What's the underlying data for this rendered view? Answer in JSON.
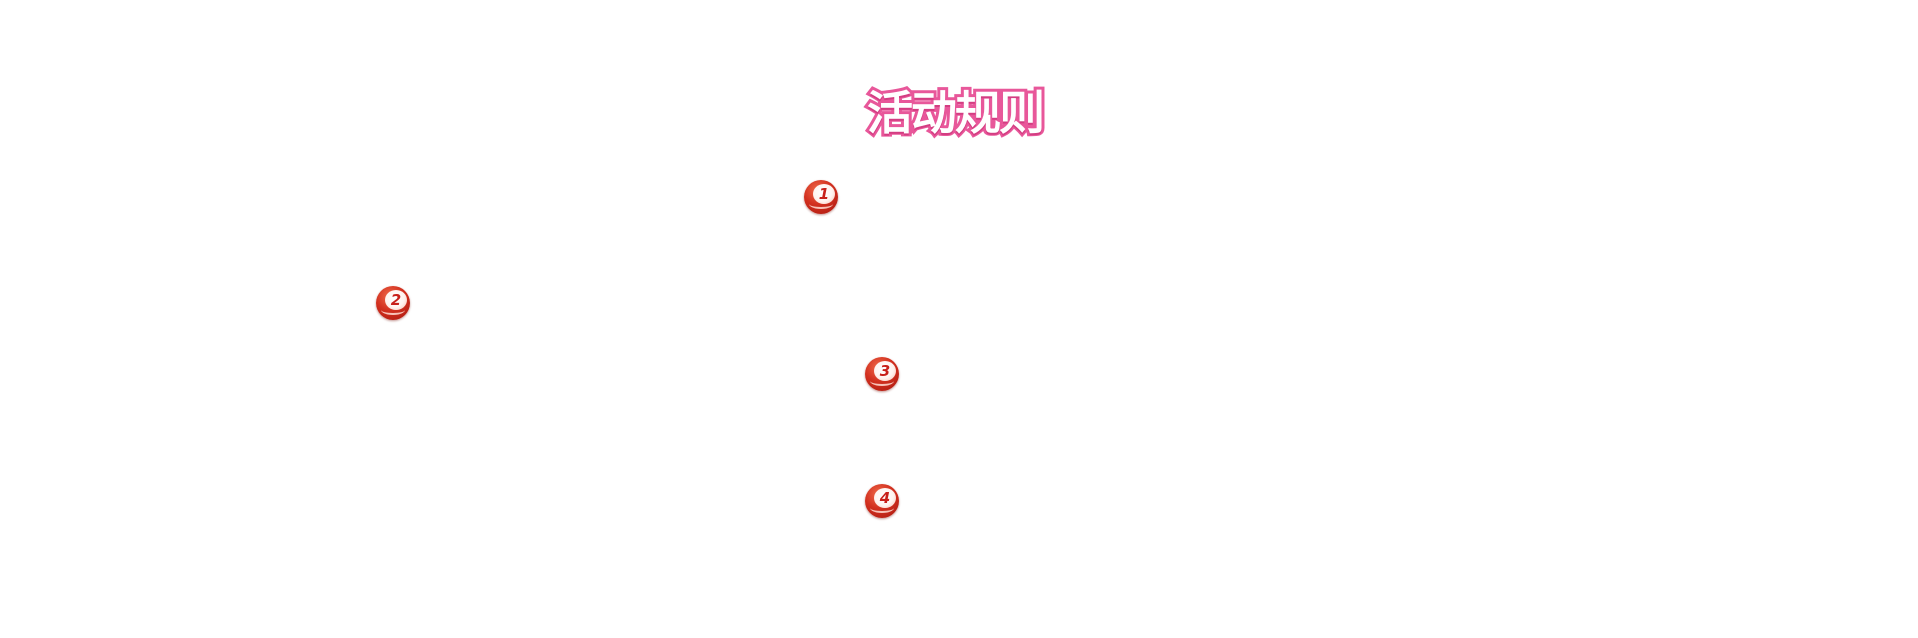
{
  "header": {
    "title": "活动规则"
  },
  "rules": [
    {
      "number": "1"
    },
    {
      "number": "2"
    },
    {
      "number": "3"
    },
    {
      "number": "4"
    }
  ],
  "colors": {
    "title_outline": "#e8579a",
    "title_fill": "#ffffff",
    "badge_red": "#d2301f",
    "background": "#ffffff"
  }
}
